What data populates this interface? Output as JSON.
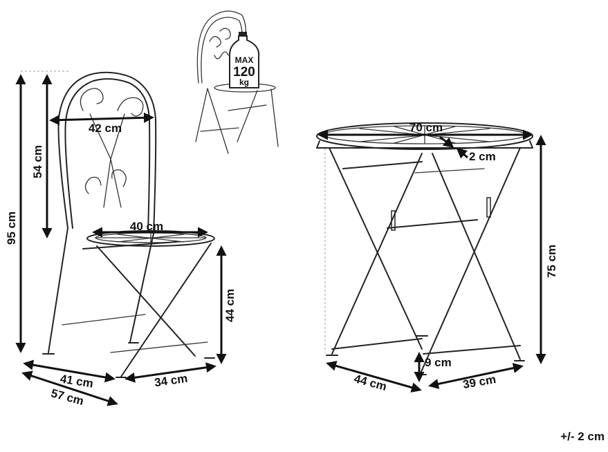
{
  "chair": {
    "total_height": "95 cm",
    "back_height": "54 cm",
    "back_width": "42 cm",
    "seat_width": "40 cm",
    "seat_height": "44 cm",
    "base_front": "41 cm",
    "base_side": "34 cm",
    "depth": "57 cm"
  },
  "load_badge": {
    "top": "MAX",
    "value": "120",
    "unit": "kg"
  },
  "table": {
    "diameter": "70 cm",
    "rim": "2 cm",
    "height": "75 cm",
    "base_front": "44 cm",
    "base_side": "39 cm",
    "foot_clearance": "9 cm"
  },
  "tolerance": "+/- 2 cm",
  "colors": {
    "line": "#222222",
    "text": "#111111",
    "background": "#ffffff"
  }
}
